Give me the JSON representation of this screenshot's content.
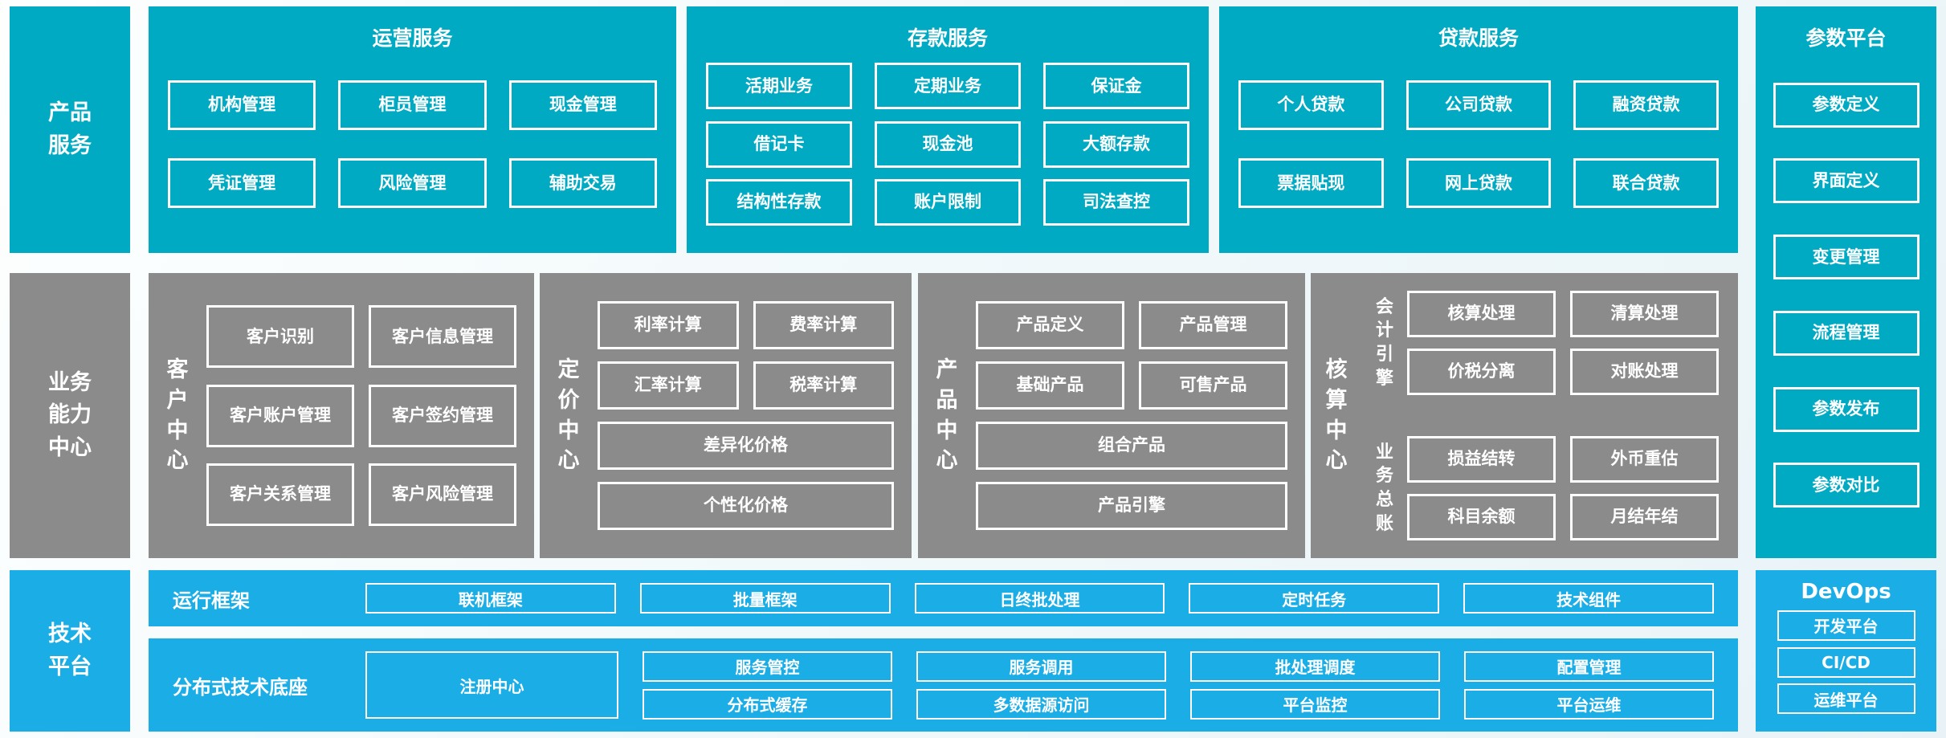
{
  "colors": {
    "teal": "#00AAC2",
    "gray": "#8B8B8B",
    "azure": "#1BADE6",
    "box_border": "#FFFFFF",
    "text": "#FFFFFF",
    "page_bg": "#EFF6F9"
  },
  "layers": {
    "products": {
      "label": "产品\n服务"
    },
    "business": {
      "label": "业务\n能力\n中心"
    },
    "tech": {
      "label": "技术\n平台"
    }
  },
  "operations": {
    "title": "运营服务",
    "rows": [
      [
        "机构管理",
        "柜员管理",
        "现金管理"
      ],
      [
        "凭证管理",
        "风险管理",
        "辅助交易"
      ]
    ]
  },
  "deposit": {
    "title": "存款服务",
    "rows": [
      [
        "活期业务",
        "定期业务",
        "保证金"
      ],
      [
        "借记卡",
        "现金池",
        "大额存款"
      ],
      [
        "结构性存款",
        "账户限制",
        "司法查控"
      ]
    ]
  },
  "loan": {
    "title": "贷款服务",
    "rows": [
      [
        "个人贷款",
        "公司贷款",
        "融资贷款"
      ],
      [
        "票据贴现",
        "网上贷款",
        "联合贷款"
      ]
    ]
  },
  "params": {
    "title": "参数平台",
    "items": [
      "参数定义",
      "界面定义",
      "变更管理",
      "流程管理",
      "参数发布",
      "参数对比"
    ]
  },
  "customer": {
    "label": "客\n户\n中\n心",
    "rows": [
      [
        "客户识别",
        "客户信息管理"
      ],
      [
        "客户账户管理",
        "客户签约管理"
      ],
      [
        "客户关系管理",
        "客户风险管理"
      ]
    ]
  },
  "pricing": {
    "label": "定\n价\n中\n心",
    "rows": [
      [
        "利率计算",
        "费率计算"
      ],
      [
        "汇率计算",
        "税率计算"
      ]
    ],
    "full": [
      "差异化价格",
      "个性化价格"
    ]
  },
  "product": {
    "label": "产\n品\n中\n心",
    "rows": [
      [
        "产品定义",
        "产品管理"
      ],
      [
        "基础产品",
        "可售产品"
      ]
    ],
    "full": [
      "组合产品",
      "产品引擎"
    ]
  },
  "accounting": {
    "label": "核\n算\n中\n心",
    "groups": [
      {
        "label": "会\n计\n引\n擎",
        "rows": [
          [
            "核算处理",
            "清算处理"
          ],
          [
            "价税分离",
            "对账处理"
          ]
        ]
      },
      {
        "label": "业\n务\n总\n账",
        "rows": [
          [
            "损益结转",
            "外币重估"
          ],
          [
            "科目余额",
            "月结年结"
          ]
        ]
      }
    ]
  },
  "runtime": {
    "label": "运行框架",
    "items": [
      "联机框架",
      "批量框架",
      "日终批处理",
      "定时任务",
      "技术组件"
    ]
  },
  "distributed": {
    "label": "分布式技术底座",
    "registry": "注册中心",
    "grid": [
      [
        "服务管控",
        "服务调用",
        "批处理调度",
        "配置管理"
      ],
      [
        "分布式缓存",
        "多数据源访问",
        "平台监控",
        "平台运维"
      ]
    ]
  },
  "devops": {
    "title": "DevOps",
    "items": [
      "开发平台",
      "CI/CD",
      "运维平台"
    ]
  }
}
